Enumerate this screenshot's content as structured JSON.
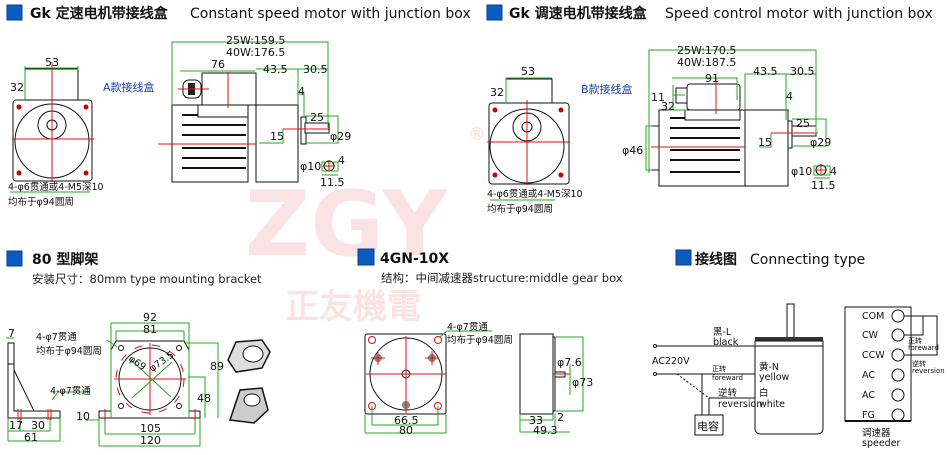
{
  "colors": {
    "accent": "#0a5cc0",
    "dimension": "#22aa22",
    "centerline": "#e01010",
    "watermark": "#e33333"
  },
  "watermark": {
    "logo": "ZGY",
    "text": "正友機電",
    "mark": "®"
  },
  "section1": {
    "title_cn": "Gk 定速电机带接线盒",
    "title_en": "Constant speed motor with junction box",
    "box_label": "A款接线盒",
    "dims": {
      "box_width": "53",
      "box_height": "32",
      "total_25w": "25W:159.5",
      "total_40w": "40W:176.5",
      "box_len": "76",
      "gear_len": "43.5",
      "shaft_len": "30.5",
      "key_offset": "4",
      "key_len": "25",
      "boss_dia": "φ29",
      "shaft_off": "15",
      "shaft_dia": "φ10",
      "key_w": "4",
      "key_h": "11.5"
    },
    "note_line1": "4-φ6贯通或4-M5深10",
    "note_line2": "均布于φ94圆周"
  },
  "section2": {
    "title_cn": "Gk 调速电机带接线盒",
    "title_en": "Speed control motor with junction box",
    "box_label": "B款接线盒",
    "dims": {
      "box_width": "53",
      "box_height": "32",
      "total_25w": "25W:170.5",
      "total_40w": "40W:187.5",
      "box_len": "91",
      "gear_len": "43.5",
      "shaft_len": "30.5",
      "box_off1": "11",
      "box_off2": "32",
      "key_offset": "4",
      "key_len": "25",
      "boss_dia": "φ29",
      "shaft_off": "15",
      "flange_dia": "φ46",
      "shaft_dia": "φ10",
      "key_w": "4",
      "key_h": "11.5"
    },
    "note_line1": "4-φ6贯通或4-M5深10",
    "note_line2": "均布于φ94圆周"
  },
  "section3": {
    "title": "80 型脚架",
    "subtitle": "安装尺寸：80mm type mounting bracket",
    "dims": {
      "thick": "7",
      "hole_note1": "4-φ7贯通",
      "hole_note2": "均布于φ94圆周",
      "base_hole": "4-φ7贯通",
      "a17": "17",
      "a30": "30",
      "a61": "61",
      "w92": "92",
      "w81": "81",
      "h89": "89",
      "h48": "48",
      "t10": "10",
      "w105": "105",
      "w120": "120",
      "d69": "φ69",
      "d73": "φ73.5"
    }
  },
  "section4": {
    "title": "4GN-10X",
    "subtitle": "结构：中间减速器structure:middle gear box",
    "hole_note1": "4-φ7贯通",
    "hole_note2": "均布于φ94圆周",
    "dims": {
      "w66": "66.5",
      "w80": "80",
      "d76": "φ7.6",
      "d73": "φ73",
      "l33": "33",
      "l2": "2",
      "l49": "49.3"
    }
  },
  "section5": {
    "title_cn": "接线图",
    "title_en": "Connecting type",
    "black_cn": "黑-L",
    "black_en": "black",
    "ac": "AC220V",
    "fwd_cn": "正转",
    "fwd_en": "foreward",
    "rev_cn": "逆转",
    "rev_en": "reversion",
    "yellow_cn": "黄-N",
    "yellow_en": "yellow",
    "white_cn": "白",
    "white_en": "white",
    "capacitor": "电容",
    "speeder_terminals": [
      "COM",
      "CW",
      "CCW",
      "AC",
      "AC",
      "FG"
    ],
    "sp_fwd_cn": "正转",
    "sp_fwd_en": "foreward",
    "sp_rev_cn": "逆转",
    "sp_rev_en": "reversion",
    "speeder_cn": "调速器",
    "speeder_en": "speeder"
  }
}
